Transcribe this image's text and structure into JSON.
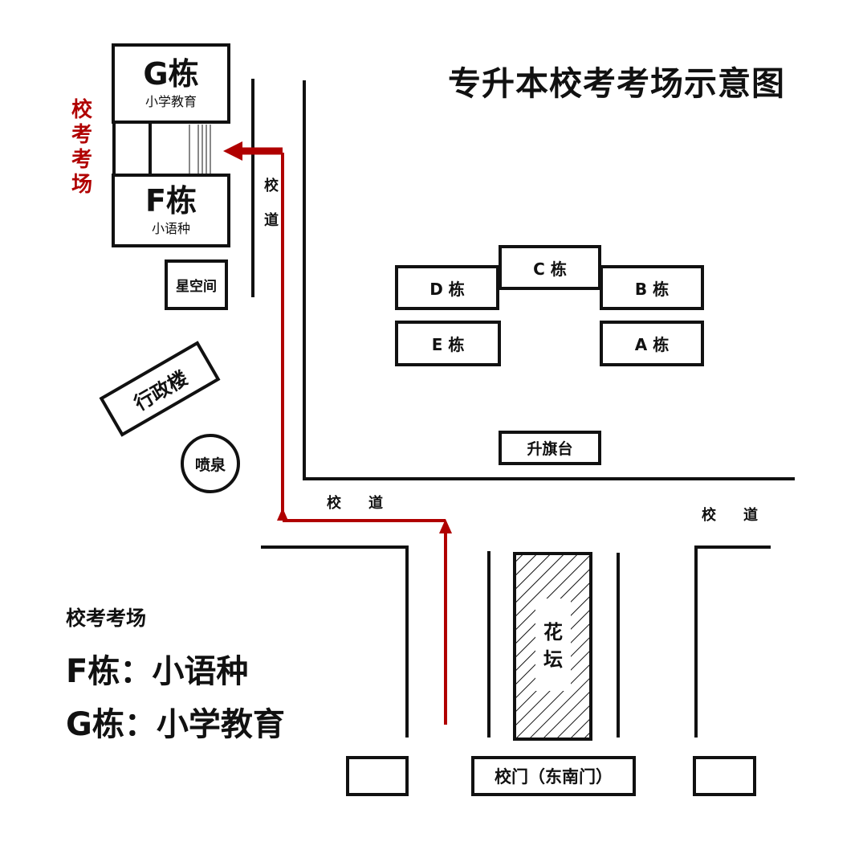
{
  "title": "专升本校考考场示意图",
  "exam_label_vertical": [
    "校",
    "考",
    "考",
    "场"
  ],
  "buildings": {
    "G": {
      "name": "G栋",
      "sub": "小学教育"
    },
    "F": {
      "name": "F栋",
      "sub": "小语种"
    },
    "xingkongjian": "星空间",
    "A": "A 栋",
    "B": "B 栋",
    "C": "C 栋",
    "D": "D 栋",
    "E": "E 栋",
    "admin": "行政楼",
    "fountain": "喷泉",
    "flag": "升旗台",
    "flowerbed": [
      "花",
      "坛"
    ],
    "gate": "校门（东南门）"
  },
  "roads": {
    "char1": "校",
    "char2": "道"
  },
  "legend": {
    "heading": "校考考场",
    "line1": "F栋：小语种",
    "line2": "G栋：小学教育"
  },
  "colors": {
    "route": "#b00000",
    "ink": "#111111"
  }
}
